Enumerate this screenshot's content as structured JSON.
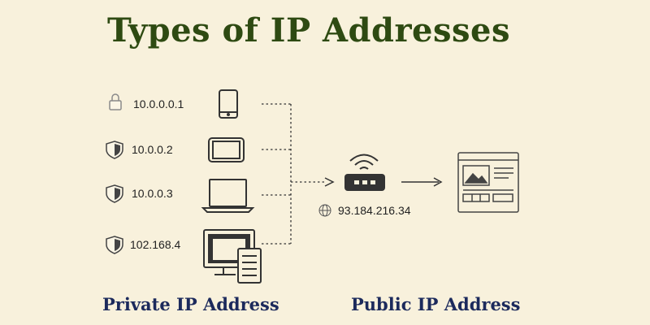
{
  "title": "Types of IP Addresses",
  "devices": [
    {
      "name": "smartphone",
      "ip": "10.0.0.0.1",
      "badge_icon": "lock-icon"
    },
    {
      "name": "tablet",
      "ip": "10.0.0.2",
      "badge_icon": "shield-icon"
    },
    {
      "name": "laptop",
      "ip": "10.0.0.3",
      "badge_icon": "shield-icon"
    },
    {
      "name": "desktop",
      "ip": "102.168.4",
      "badge_icon": "shield-icon"
    }
  ],
  "router": {
    "public_ip": "93.184.216.34",
    "icon": "router-icon",
    "badge_icon": "globe-icon"
  },
  "destination": {
    "icon": "webpage-icon"
  },
  "labels": {
    "private": "Private IP Address",
    "public": "Public IP Address"
  },
  "colors": {
    "background": "#f8f1dc",
    "title": "#2e4a12",
    "footer": "#1c2a5c",
    "icon": "#333333"
  }
}
